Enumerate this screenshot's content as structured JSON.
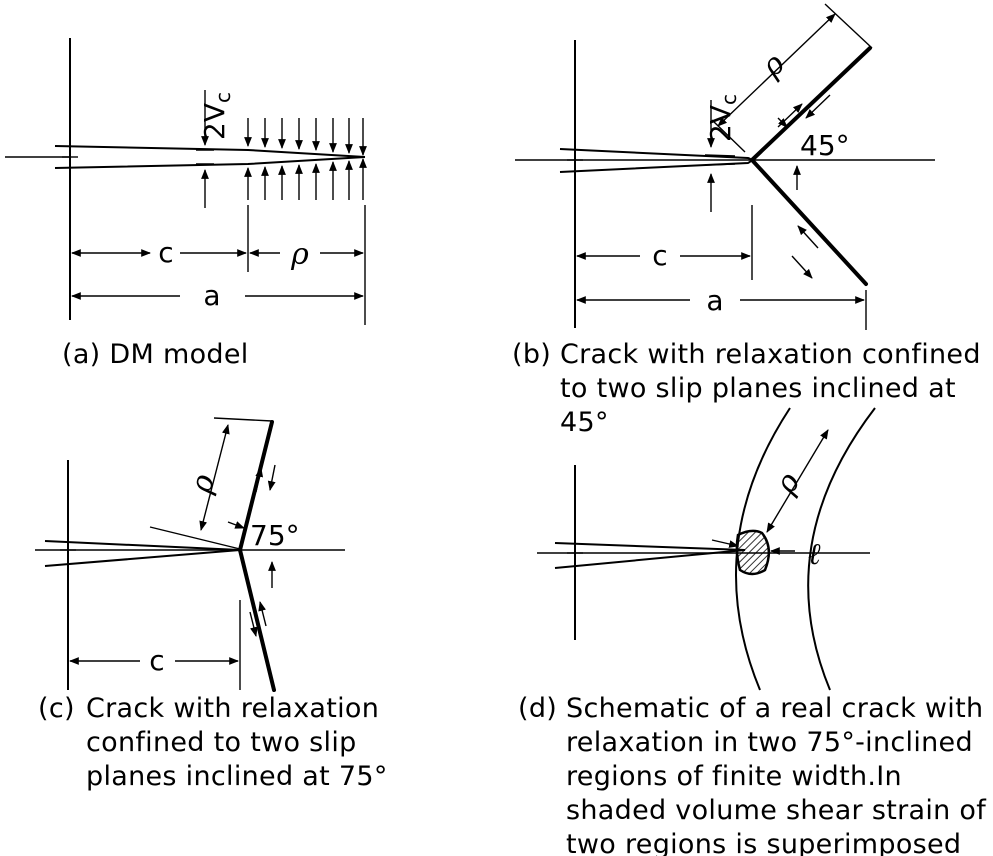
{
  "panels": {
    "a": {
      "caption_tag": "(a)",
      "caption": "DM model",
      "label_opening": "2V",
      "label_opening_sub": "c",
      "label_c": "c",
      "label_rho": "ρ",
      "label_a": "a"
    },
    "b": {
      "caption_tag": "(b)",
      "caption_lines": [
        "Crack with relaxation confined",
        "to two slip planes inclined at",
        "45°"
      ],
      "label_opening": "2V",
      "label_opening_sub": "c",
      "label_c": "c",
      "label_rho": "ρ",
      "label_a": "a",
      "label_angle": "45°"
    },
    "c": {
      "caption_tag": "(c)",
      "caption_lines": [
        "Crack with relaxation",
        "confined to two slip",
        "planes inclined at 75°"
      ],
      "label_c": "c",
      "label_rho": "ρ",
      "label_angle": "75°"
    },
    "d": {
      "caption_tag": "(d)",
      "caption_lines": [
        "Schematic of a real crack with",
        "relaxation in two 75°-inclined",
        "regions of finite width.In",
        "shaded volume shear strain of",
        "two regions is superimposed"
      ],
      "label_rho": "ρ",
      "label_l": "ℓ"
    }
  }
}
